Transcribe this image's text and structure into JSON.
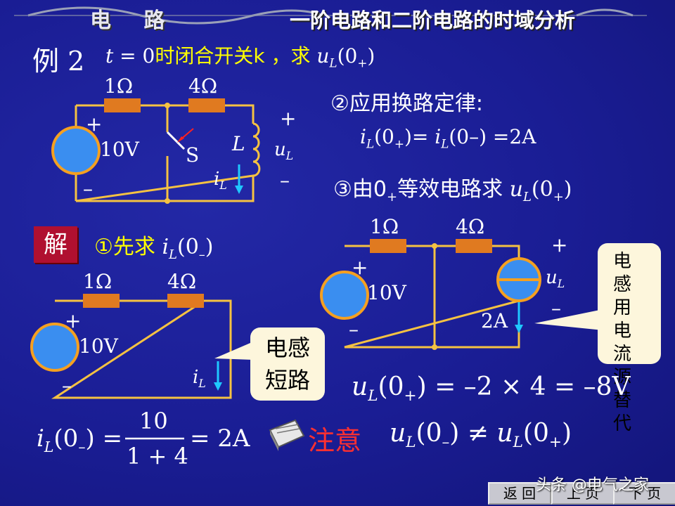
{
  "header": {
    "course": "电 路",
    "chapter": "一阶电路和二阶电路的时域分析"
  },
  "example": {
    "label": "例 2",
    "problem_t": "t",
    "problem_eq": " = 0",
    "problem_cn": "时闭合开关k ，求 ",
    "problem_target": "u",
    "problem_target_sub": "L",
    "problem_target_arg": "(0",
    "problem_target_plus": "+",
    "problem_target_close": ")"
  },
  "circuit_top": {
    "r1": "1Ω",
    "r2": "4Ω",
    "plus": "+",
    "minus": "–",
    "voltage": "10V",
    "switch": "S",
    "inductor": "L",
    "uL_plus": "+",
    "uL": "u",
    "uL_sub": "L",
    "uL_minus": "–",
    "iL": "i",
    "iL_sub": "L"
  },
  "step2": {
    "title": "②应用换路定律:",
    "eq_lhs_i": "i",
    "eq_lhs_sub": "L",
    "eq_lhs_arg": "(0",
    "eq_plus": "+",
    "eq_mid": ")= ",
    "eq_rhs_i": "i",
    "eq_rhs_sub": "L",
    "eq_rhs_arg": "(0",
    "eq_minus": "–",
    "eq_end": ") =2A"
  },
  "step3": {
    "prefix": "③由0",
    "plus": "+",
    "text": "等效电路求 ",
    "target": "u",
    "target_sub": "L",
    "target_arg": "(0",
    "target_plus": "+",
    "target_close": ")"
  },
  "solution": {
    "label": "解",
    "step1": "①先求 ",
    "step1_i": "i",
    "step1_sub": "L",
    "step1_arg": "(0",
    "step1_minus": "–",
    "step1_close": ")"
  },
  "circuit_left": {
    "r1": "1Ω",
    "r2": "4Ω",
    "plus": "+",
    "minus": "–",
    "voltage": "10V",
    "iL": "i",
    "iL_sub": "L"
  },
  "bubble_short": {
    "line1": "电感",
    "line2": "短路"
  },
  "circuit_right": {
    "r1": "1Ω",
    "r2": "4Ω",
    "plus": "+",
    "minus": "–",
    "voltage": "10V",
    "current": "2A",
    "uL_plus": "+",
    "uL": "u",
    "uL_sub": "L",
    "uL_minus": "–"
  },
  "bubble_current_source": {
    "chars": [
      "电",
      "感",
      "用",
      "电",
      "流",
      "源",
      "替",
      "代"
    ]
  },
  "formula_iL": {
    "lhs_i": "i",
    "lhs_sub": "L",
    "lhs_arg": "(0",
    "lhs_minus": "–",
    "lhs_close": ") =",
    "num": "10",
    "den": "1 + 4",
    "rhs": "= 2A"
  },
  "formula_uL": {
    "u": "u",
    "sub": "L",
    "arg": "(0",
    "plus": "+",
    "rest": ") = –2 × 4 = –8V"
  },
  "note": {
    "label": "注意",
    "lhs_u": "u",
    "lhs_sub": "L",
    "lhs_arg": "(0",
    "lhs_minus": "–",
    "lhs_close": ")",
    "neq": " ≠ ",
    "rhs_u": "u",
    "rhs_sub": "L",
    "rhs_arg": "(0",
    "rhs_plus": "+",
    "rhs_close": ")"
  },
  "nav": {
    "back": "返 回",
    "prev": "上 页",
    "next": "下 页"
  },
  "watermark": "头条 @电气之家",
  "colors": {
    "background": "#1a1d94",
    "wire": "#f5c242",
    "resistor": "#e07a20",
    "source_fill": "#3a8ef0",
    "highlight": "#ffff00",
    "arrow": "#1fc8ff"
  }
}
